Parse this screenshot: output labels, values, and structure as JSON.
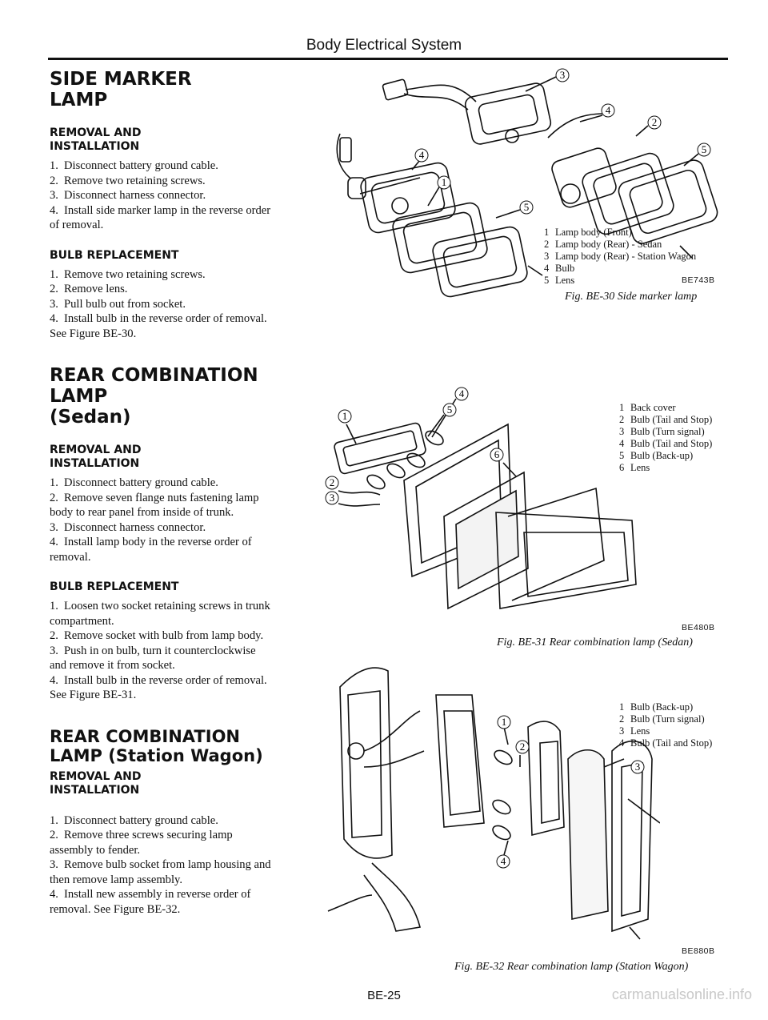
{
  "header": {
    "title": "Body Electrical System"
  },
  "sections": {
    "side_marker": {
      "title_line1": "SIDE MARKER",
      "title_line2": "LAMP",
      "removal": {
        "title_line1": "REMOVAL AND",
        "title_line2": "INSTALLATION",
        "steps": [
          {
            "num": "1.",
            "text": "Disconnect battery ground cable."
          },
          {
            "num": "2.",
            "text": "Remove two retaining screws."
          },
          {
            "num": "3.",
            "text": "Disconnect harness connector."
          },
          {
            "num": "4.",
            "text": "Install side marker lamp in the reverse order of removal."
          }
        ]
      },
      "bulb": {
        "title": "BULB REPLACEMENT",
        "steps": [
          {
            "num": "1.",
            "text": "Remove two retaining screws."
          },
          {
            "num": "2.",
            "text": "Remove lens."
          },
          {
            "num": "3.",
            "text": "Pull bulb out from socket."
          },
          {
            "num": "4.",
            "text": "Install bulb in the reverse order of removal. See Figure BE-30."
          }
        ]
      }
    },
    "rear_sedan": {
      "title_line1": "REAR COMBINATION",
      "title_line2": "LAMP",
      "title_line3": "(Sedan)",
      "removal": {
        "title_line1": "REMOVAL AND",
        "title_line2": "INSTALLATION",
        "steps": [
          {
            "num": "1.",
            "text": "Disconnect battery ground cable."
          },
          {
            "num": "2.",
            "text": "Remove seven flange nuts fastening lamp body to rear panel from inside of trunk."
          },
          {
            "num": "3.",
            "text": "Disconnect harness connector."
          },
          {
            "num": "4.",
            "text": "Install lamp body in the reverse order of removal."
          }
        ]
      },
      "bulb": {
        "title": "BULB REPLACEMENT",
        "steps": [
          {
            "num": "1.",
            "text": "Loosen two socket retaining screws in trunk compartment."
          },
          {
            "num": "2.",
            "text": "Remove socket with bulb from lamp body."
          },
          {
            "num": "3.",
            "text": "Push in on bulb, turn it counterclockwise and remove it from socket."
          },
          {
            "num": "4.",
            "text": "Install bulb in the reverse order of removal. See Figure BE-31."
          }
        ]
      }
    },
    "rear_wagon": {
      "title_line1": "REAR COMBINATION",
      "title_line2": "LAMP (Station Wagon)",
      "removal": {
        "title_line1": "REMOVAL AND",
        "title_line2": "INSTALLATION",
        "steps": [
          {
            "num": "1.",
            "text": "Disconnect battery ground cable."
          },
          {
            "num": "2.",
            "text": "Remove three screws securing lamp assembly to fender."
          },
          {
            "num": "3.",
            "text": "Remove bulb socket from lamp housing and then remove lamp assembly."
          },
          {
            "num": "4.",
            "text": "Install new assembly in reverse order of removal. See Figure BE-32."
          }
        ]
      }
    }
  },
  "figures": {
    "fig30": {
      "legend": [
        {
          "num": "1",
          "text": "Lamp body (Front)"
        },
        {
          "num": "2",
          "text": "Lamp body (Rear) - Sedan"
        },
        {
          "num": "3",
          "text": "Lamp body (Rear) - Station Wagon"
        },
        {
          "num": "4",
          "text": "Bulb"
        },
        {
          "num": "5",
          "text": "Lens"
        }
      ],
      "code": "BE743B",
      "caption": "Fig. BE-30  Side marker lamp",
      "callouts": [
        "1",
        "2",
        "3",
        "4",
        "4",
        "5",
        "5"
      ]
    },
    "fig31": {
      "legend": [
        {
          "num": "1",
          "text": "Back cover"
        },
        {
          "num": "2",
          "text": "Bulb (Tail and Stop)"
        },
        {
          "num": "3",
          "text": "Bulb (Turn signal)"
        },
        {
          "num": "4",
          "text": "Bulb (Tail and Stop)"
        },
        {
          "num": "5",
          "text": "Bulb (Back-up)"
        },
        {
          "num": "6",
          "text": "Lens"
        }
      ],
      "code": "BE480B",
      "caption": "Fig. BE-31  Rear combination lamp (Sedan)",
      "callouts": [
        "1",
        "2",
        "3",
        "4",
        "5",
        "6"
      ]
    },
    "fig32": {
      "legend": [
        {
          "num": "1",
          "text": "Bulb (Back-up)"
        },
        {
          "num": "2",
          "text": "Bulb (Turn signal)"
        },
        {
          "num": "3",
          "text": "Lens"
        },
        {
          "num": "4",
          "text": "Bulb (Tail and Stop)"
        }
      ],
      "code": "BE880B",
      "caption": "Fig. BE-32  Rear combination lamp (Station Wagon)",
      "callouts": [
        "1",
        "2",
        "3",
        "4"
      ]
    }
  },
  "footer": {
    "page": "BE-25"
  },
  "watermark": "carmanualsonline.info"
}
